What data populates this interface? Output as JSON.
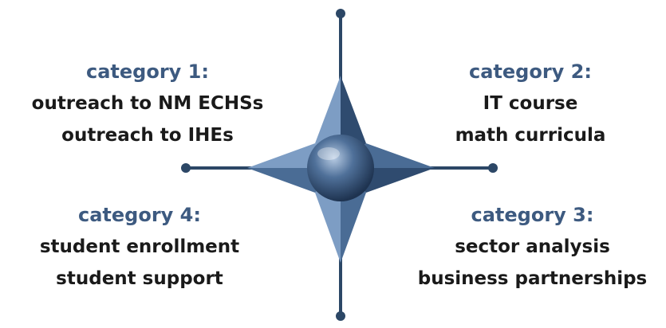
{
  "colors": {
    "accent": "#3d5a80",
    "ink": "#1a1a1a",
    "axis": "#2c4766",
    "star": "#4a6c95",
    "star_dark": "#2f4b6f",
    "star_light": "#7d9dc4"
  },
  "categories": [
    {
      "id": "cat1",
      "heading": "category 1:",
      "lines": [
        "outreach to NM ECHSs",
        "outreach to IHEs"
      ]
    },
    {
      "id": "cat2",
      "heading": "category 2:",
      "lines": [
        "IT course",
        "math curricula"
      ]
    },
    {
      "id": "cat3",
      "heading": "category 3:",
      "lines": [
        "sector analysis",
        "business partnerships"
      ]
    },
    {
      "id": "cat4",
      "heading": "category 4:",
      "lines": [
        "student enrollment",
        "student support"
      ]
    }
  ]
}
